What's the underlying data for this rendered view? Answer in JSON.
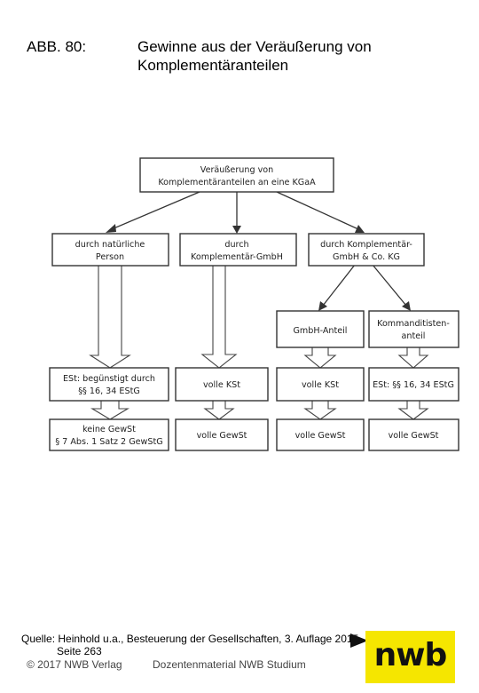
{
  "header": {
    "label": "ABB. 80:",
    "title_line1": "Gewinne aus der Veräußerung von",
    "title_line2": "Komplementäranteilen"
  },
  "diagram": {
    "root": [
      "Veräußerung von",
      "Komplementäranteilen an eine KGaA"
    ],
    "branch_person": [
      "durch natürliche",
      "Person"
    ],
    "branch_gmbh": [
      "durch",
      "Komplementär-GmbH"
    ],
    "branch_kg": [
      "durch Komplementär-",
      "GmbH & Co. KG"
    ],
    "sub_gmbh_anteil": [
      "GmbH-Anteil"
    ],
    "sub_kommandit": [
      "Kommanditisten-",
      "anteil"
    ],
    "est_beguenstigt": [
      "ESt: begünstigt durch",
      "§§ 16, 34 EStG"
    ],
    "kst_gmbh": [
      "volle KSt"
    ],
    "kst_kg": [
      "volle KSt"
    ],
    "est_kommandit": [
      "ESt: §§ 16, 34 EStG"
    ],
    "keine_gewst": [
      "keine GewSt",
      "§ 7 Abs. 1 Satz 2 GewStG"
    ],
    "gewst_gmbh": [
      "volle GewSt"
    ],
    "gewst_kg_gmbh": [
      "volle GewSt"
    ],
    "gewst_kommandit": [
      "volle GewSt"
    ]
  },
  "footer": {
    "source_line1": "Quelle: Heinhold u.a., Besteuerung der Gesellschaften, 3. Auflage 2015",
    "source_line2": "Seite 263",
    "copyright": "© 2017 NWB Verlag",
    "material": "Dozentenmaterial NWB Studium",
    "logo_text": "nwb"
  },
  "colors": {
    "logo_bg": "#f5e600",
    "line": "#333333"
  }
}
